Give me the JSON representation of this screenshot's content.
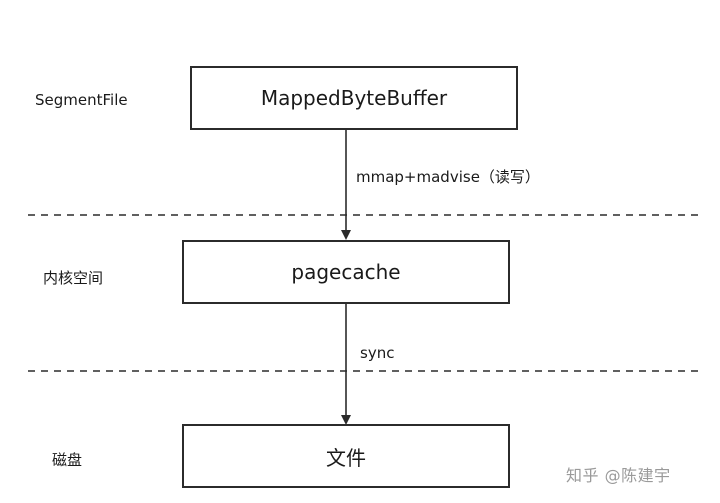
{
  "layers": {
    "segment_file": "SegmentFile",
    "kernel_space": "内核空间",
    "disk": "磁盘"
  },
  "boxes": {
    "mapped_byte_buffer": "MappedByteBuffer",
    "pagecache": "pagecache",
    "file": "文件"
  },
  "edges": {
    "mmap": "mmap+madvise（读写）",
    "sync": "sync"
  },
  "watermark": "知乎 @陈建宇",
  "colors": {
    "stroke": "#2b2b2b",
    "text": "#1a1a1a",
    "watermark": "#9a9a9a"
  }
}
